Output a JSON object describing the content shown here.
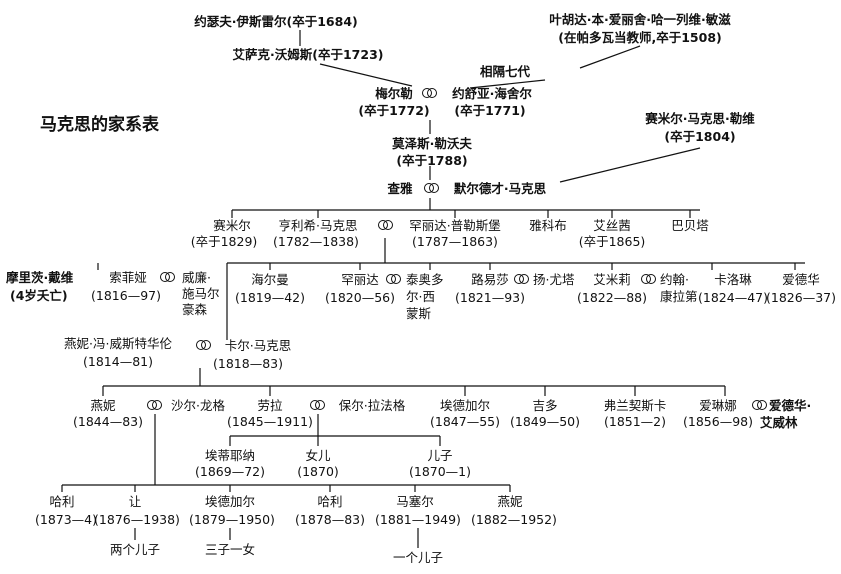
{
  "title": "马克思的家系表",
  "g1": {
    "joseph": "约瑟夫·伊斯雷尔(卒于1684)",
    "isaac": "艾萨克·沃姆斯(卒于1723)",
    "meier": "梅尔勒",
    "meier_death": "(卒于1772)",
    "eva": "约舒亚·海舍尔",
    "eva_death": "(卒于1771)",
    "judah_line1": "叶胡达·本·爱丽舍·哈一列维·敏滋",
    "judah_line2": "(在帕多瓦当教师,卒于1508)",
    "gap": "相隔七代",
    "samuel": "赛米尔·马克思·勒维",
    "samuel_death": "(卒于1804)",
    "moses": "莫泽斯·勒沃夫",
    "moses_death": "(卒于1788)",
    "chaie": "查雅",
    "mordechai": "默尔德才·马克思"
  },
  "g2": {
    "samuel2": "赛米尔",
    "samuel2_d": "(卒于1829)",
    "heinrich": "亨利希·马克思",
    "heinrich_d": "(1782—1838)",
    "henriette": "罕丽达·普勒斯堡",
    "henriette_d": "(1787—1863)",
    "jacob": "雅科布",
    "esther": "艾丝茜",
    "esther_d": "(卒于1865)",
    "babette": "巴贝塔"
  },
  "g3": {
    "moritz": "摩里茨·戴维",
    "moritz_d": "(4岁夭亡)",
    "sophie": "索菲娅",
    "sophie_d": "(1816—97)",
    "wilhelm1": "威廉·",
    "wilhelm2": "施马尔",
    "wilhelm3": "豪森",
    "hermann": "海尔曼",
    "hermann_d": "(1819—42)",
    "henriette2": "罕丽达",
    "henriette2_d": "(1820—56)",
    "theodor1": "泰奥多",
    "theodor2": "尔·西",
    "theodor3": "蒙斯",
    "louise": "路易莎",
    "louise_d": "(1821—93)",
    "juta": "扬·尤塔",
    "emilie": "艾米莉",
    "emilie_d": "(1822—88)",
    "johann1": "约翰·",
    "johann2": "康拉第",
    "caroline": "卡洛琳",
    "caroline_d": "(1824—47)",
    "eduard": "爱德华",
    "eduard_d": "(1826—37)",
    "jenny": "燕妮·冯·威斯特华伦",
    "jenny_d": "(1814—81)",
    "karl": "卡尔·马克思",
    "karl_d": "(1818—83)"
  },
  "g4": {
    "jenny": "燕妮",
    "jenny_d": "(1844—83)",
    "charles": "沙尔·龙格",
    "laura": "劳拉",
    "laura_d": "(1845—1911)",
    "paul": "保尔·拉法格",
    "edgar": "埃德加尔",
    "edgar_d": "(1847—55)",
    "guido": "吉多",
    "guido_d": "(1849—50)",
    "franziska": "弗兰契斯卡",
    "franziska_d": "(1851—2)",
    "eleanor": "爱琳娜",
    "eleanor_d": "(1856—98)",
    "aveling1": "爱德华·",
    "aveling2": "艾威林"
  },
  "g5": {
    "etienne": "埃蒂耶纳",
    "etienne_d": "(1869—72)",
    "daughter": "女儿",
    "daughter_d": "(1870)",
    "son": "儿子",
    "son_d": "(1870—1)"
  },
  "g6": {
    "harry": "哈利",
    "harry_d": "(1873—4)",
    "jean": "让",
    "jean_d": "(1876—1938)",
    "jean_note": "两个儿子",
    "edgar": "埃德加尔",
    "edgar_d": "(1879—1950)",
    "edgar_note": "三子一女",
    "harry2": "哈利",
    "harry2_d": "(1878—83)",
    "marcel": "马塞尔",
    "marcel_d": "(1881—1949)",
    "marcel_note": "一个儿子",
    "jenny": "燕妮",
    "jenny_d": "(1882—1952)"
  }
}
